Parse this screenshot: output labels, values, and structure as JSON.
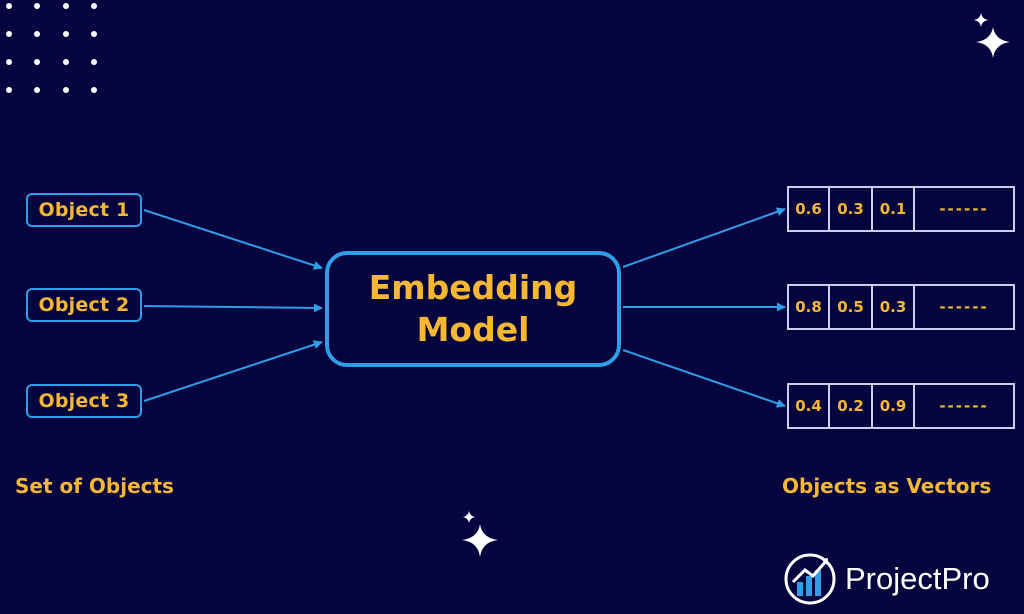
{
  "inputs": {
    "items": [
      "Object 1",
      "Object 2",
      "Object 3"
    ],
    "caption": "Set of Objects"
  },
  "model": {
    "line1": "Embedding",
    "line2": "Model"
  },
  "outputs": {
    "vectors": [
      [
        "0.6",
        "0.3",
        "0.1",
        "------"
      ],
      [
        "0.8",
        "0.5",
        "0.3",
        "------"
      ],
      [
        "0.4",
        "0.2",
        "0.9",
        "------"
      ]
    ],
    "caption": "Objects as Vectors"
  },
  "brand": {
    "name": "ProjectPro"
  },
  "colors": {
    "background": "#05043e",
    "accent_blue": "#2f9ee6",
    "text_orange": "#f6b733",
    "cell_border": "#c8d0f0"
  },
  "icons": [
    "dot-grid-decoration",
    "sparkle-icon",
    "projectpro-logo-icon"
  ]
}
